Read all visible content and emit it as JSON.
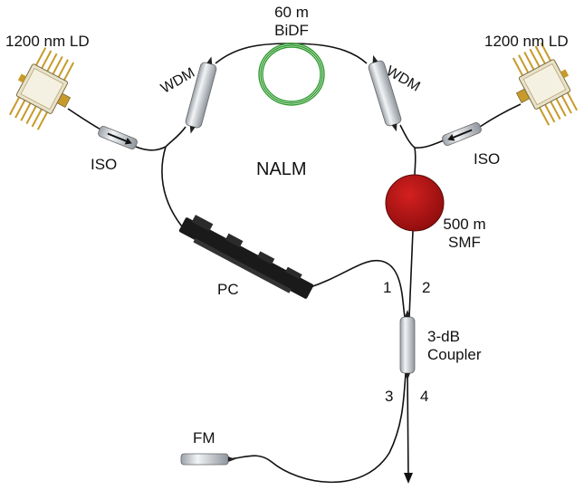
{
  "labels": {
    "ld_left": "1200 nm LD",
    "ld_right": "1200 nm LD",
    "bidf_line1": "60 m",
    "bidf_line2": "BiDF",
    "wdm_left": "WDM",
    "wdm_right": "WDM",
    "iso_left": "ISO",
    "iso_right": "ISO",
    "nalm": "NALM",
    "smf_line1": "500 m",
    "smf_line2": "SMF",
    "pc": "PC",
    "port1": "1",
    "port2": "2",
    "port3": "3",
    "port4": "4",
    "coupler_line1": "3-dB",
    "coupler_line2": "Coupler",
    "fm": "FM"
  },
  "colors": {
    "fiber": "#111111",
    "bidf_coil": "#2e9a2e",
    "smf_spool": "#b01616",
    "component_body": "#d9dde2",
    "ld_gold": "#c79a2a",
    "pc_body": "#1a1a1a"
  }
}
